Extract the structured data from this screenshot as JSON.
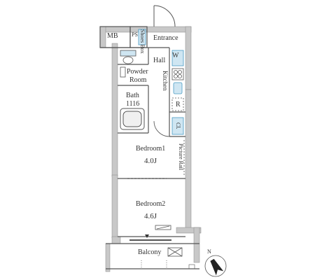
{
  "rooms": {
    "mb": "MB",
    "ps": "PS",
    "shoe_box": "Shoes Box",
    "entrance": "Entrance",
    "hall": "Hall",
    "washer": "W",
    "powder_room_line1": "Powder",
    "powder_room_line2": "Room",
    "kitchen": "Kitchen",
    "bath": "Bath",
    "bath_size": "1116",
    "refrigerator": "R",
    "closet": "Cl.",
    "bedroom1": "Bedroom1",
    "bedroom1_size": "4.0J",
    "picture_rail": "Picture Rail",
    "bedroom2": "Bedroom2",
    "bedroom2_size": "4.6J",
    "balcony": "Balcony"
  },
  "compass": {
    "north": "N"
  },
  "colors": {
    "wall": "#c8c8c8",
    "line": "#555555",
    "water": "#cfe6f2",
    "accent": "#4a9cc4"
  }
}
